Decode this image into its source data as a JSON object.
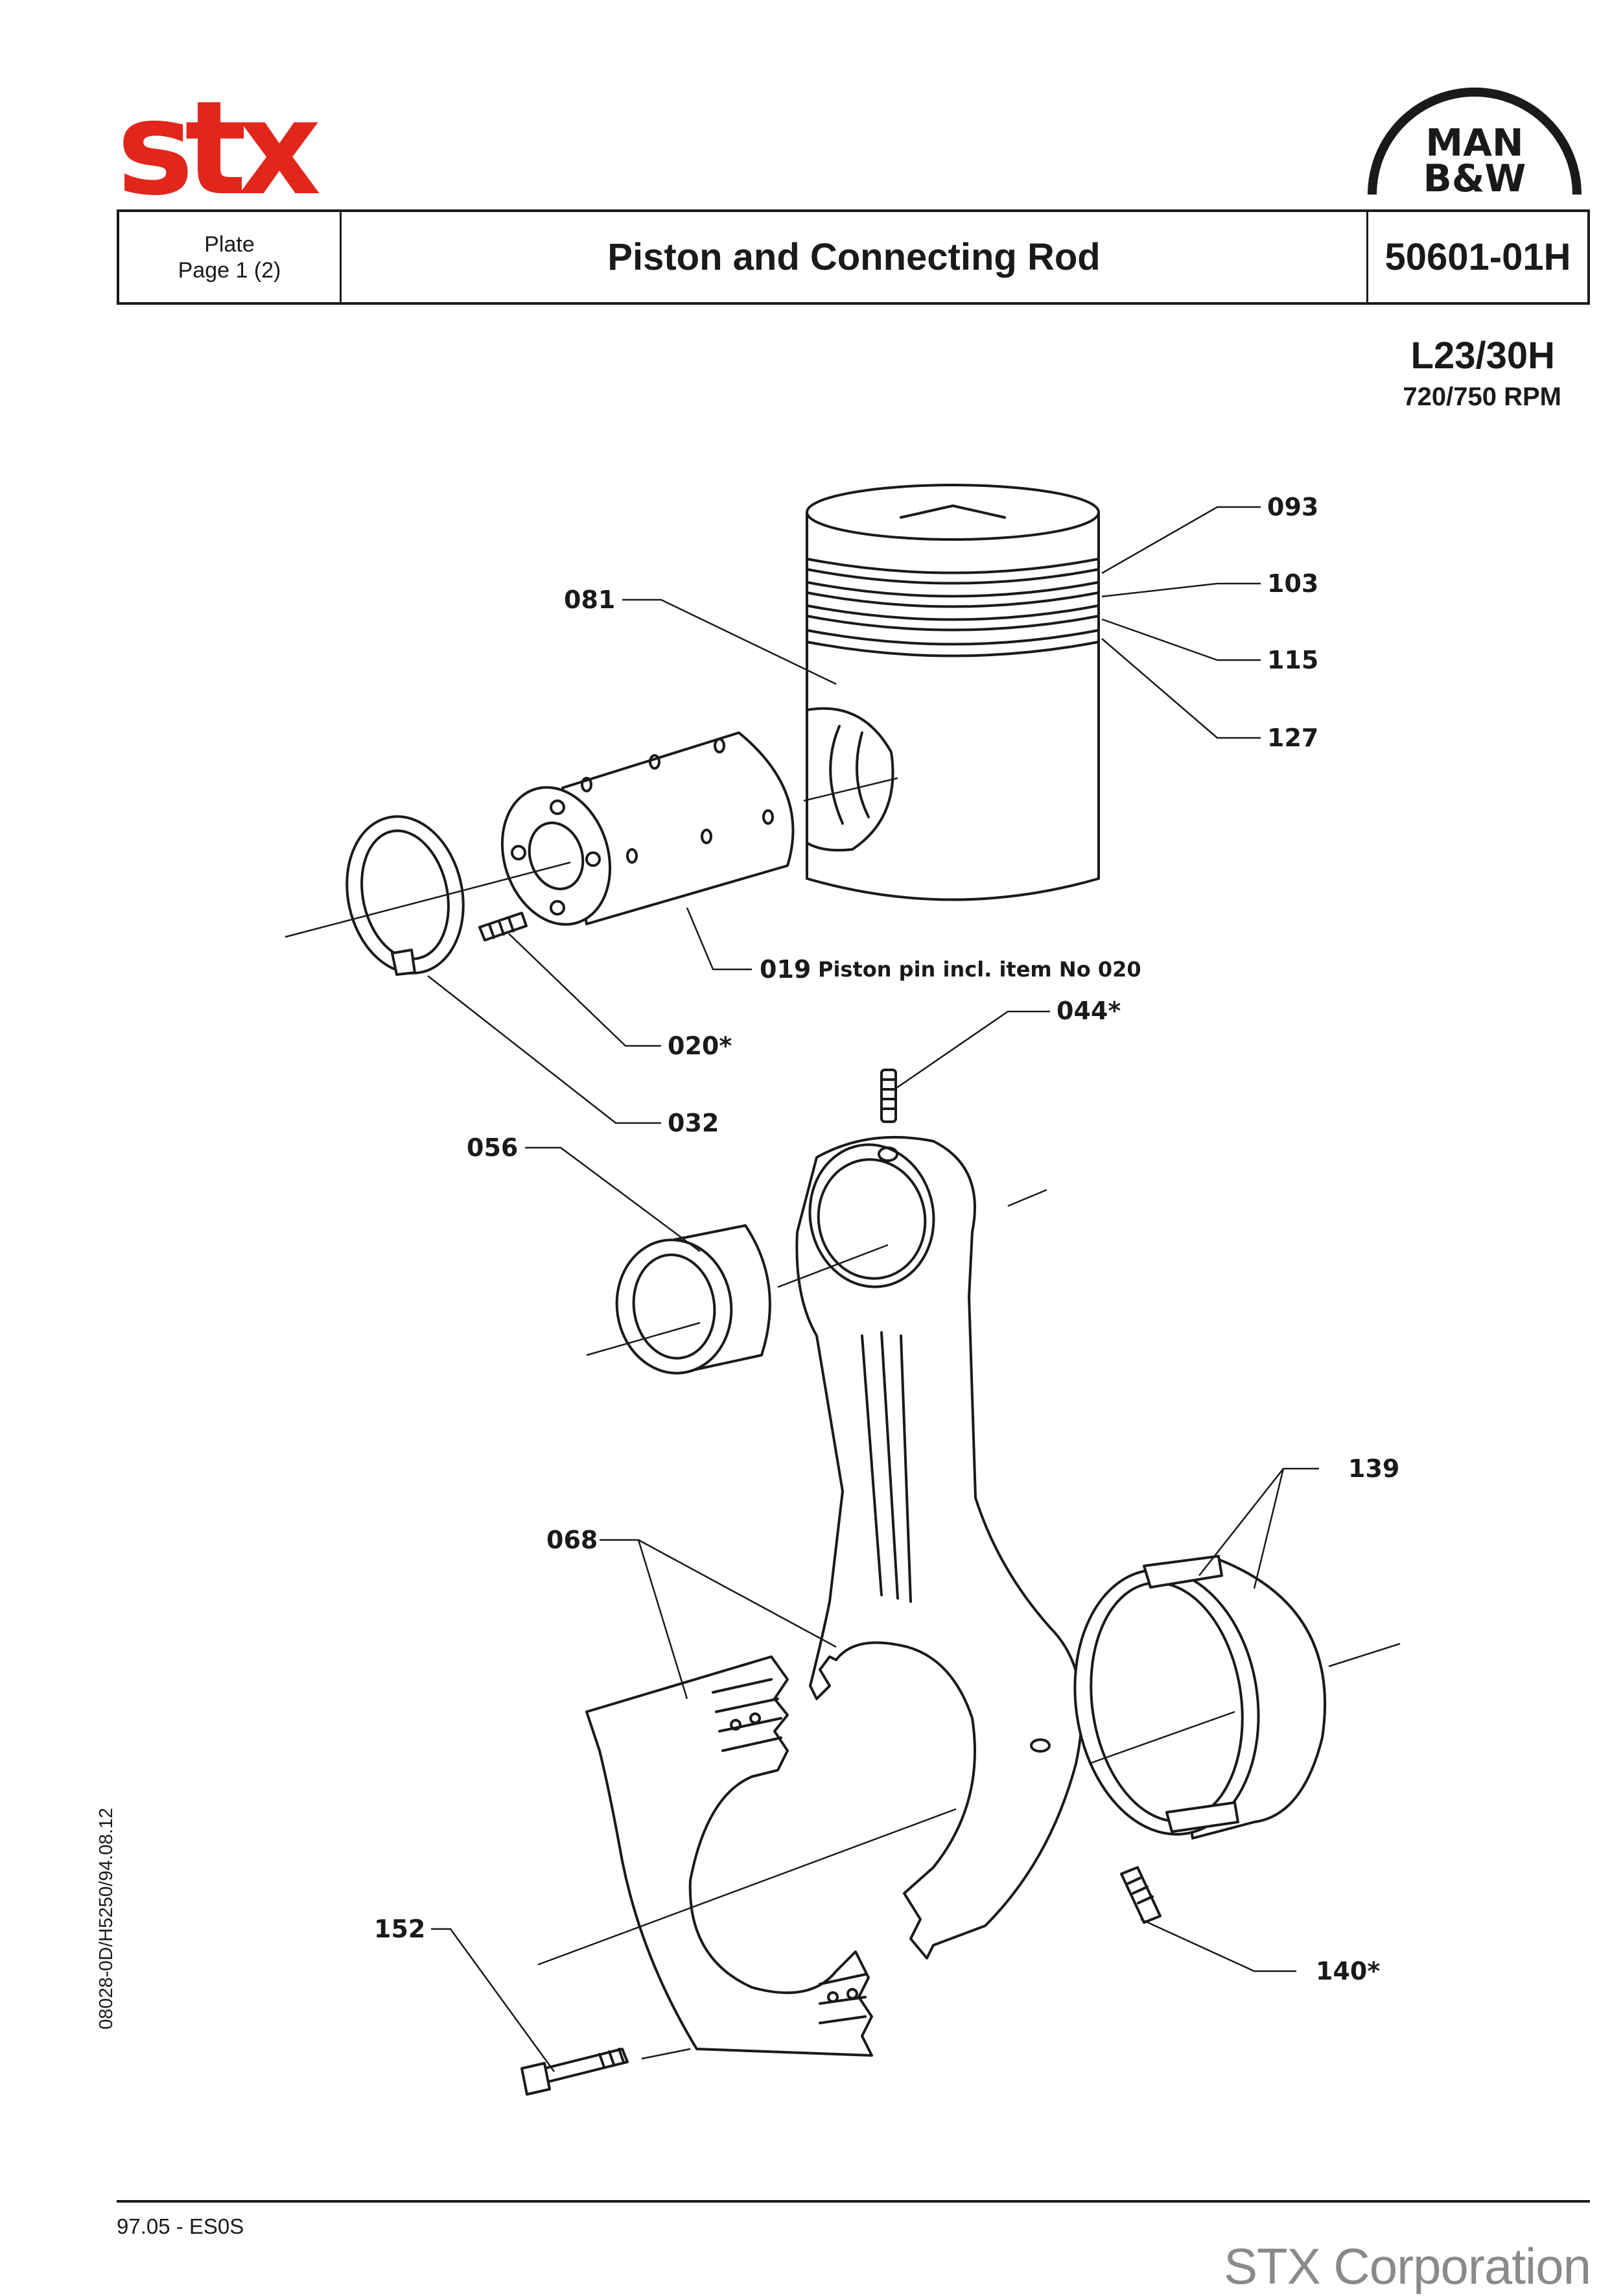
{
  "header": {
    "brand_left": "stx",
    "brand_right_line1": "MAN",
    "brand_right_line2": "B&W",
    "plate_label": "Plate",
    "page_label": "Page 1 (2)",
    "title": "Piston and Connecting Rod",
    "plate_number": "50601-01H"
  },
  "engine": {
    "model": "L23/30H",
    "rpm": "720/750 RPM"
  },
  "side_code": "08028-0D/H5250/94.08.12",
  "parts": {
    "p093": "093",
    "p103": "103",
    "p115": "115",
    "p127": "127",
    "p081": "081",
    "p019": "019",
    "p019_note": "Piston pin incl. item No 020",
    "p044": "044*",
    "p020": "020*",
    "p032": "032",
    "p056": "056",
    "p139": "139",
    "p068": "068",
    "p152": "152",
    "p140": "140*"
  },
  "footer": {
    "edition": "97.05 - ES0S",
    "company": "STX Corporation"
  },
  "colors": {
    "stx_red": "#e1261c",
    "ink": "#1a1a1a",
    "footer_grey": "#8a8a8a"
  }
}
